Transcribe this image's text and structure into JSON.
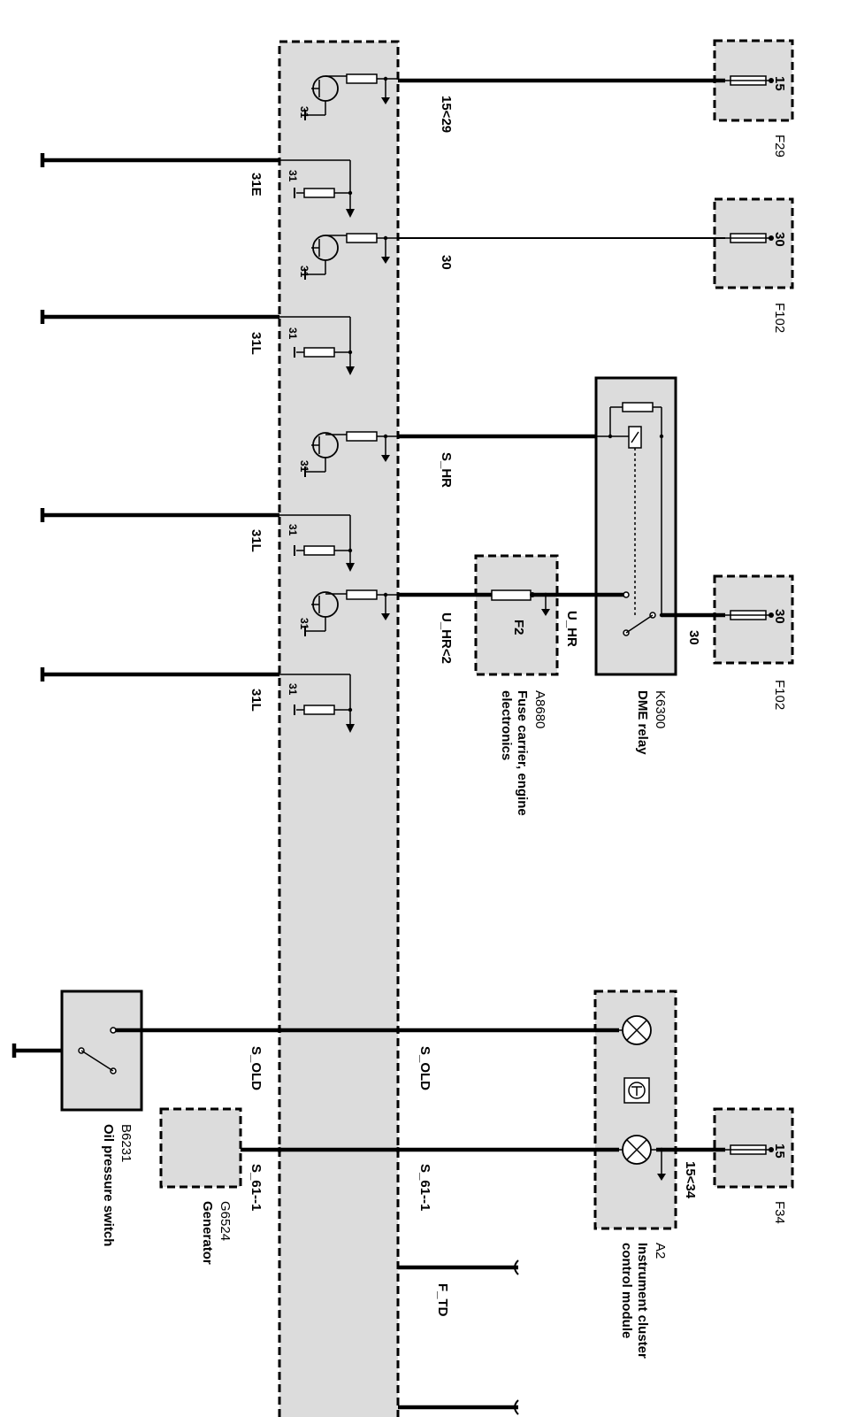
{
  "components": {
    "F29": {
      "id": "F29",
      "pin": "15"
    },
    "F102_top": {
      "id": "F102",
      "pin": "30"
    },
    "F102_mid": {
      "id": "F102",
      "pin": "30"
    },
    "F34": {
      "id": "F34",
      "pin": "15"
    },
    "K6300": {
      "id": "K6300",
      "name": "DME relay"
    },
    "A8680": {
      "id": "A8680",
      "name_line1": "Fuse carrier, engine",
      "name_line2": "electronics",
      "fuse": "F2"
    },
    "A2": {
      "id": "A2",
      "name_line1": "Instrument cluster",
      "name_line2": "control module"
    },
    "B6231": {
      "id": "B6231",
      "name": "Oil pressure switch"
    },
    "G6524": {
      "id": "G6524",
      "name": "Generator"
    }
  },
  "wires": {
    "w_15_29": "15<29",
    "w_31E": "31E",
    "w_30_a": "30",
    "w_31L_a": "31L",
    "w_S_HR": "S_HR",
    "w_31L_b": "31L",
    "w_U_HR2": "U_HR<2",
    "w_U_HR": "U_HR",
    "w_30_b": "30",
    "w_31L_c": "31L",
    "w_S_OLD_left": "S_OLD",
    "w_S_OLD_right": "S_OLD",
    "w_S_61_left": "S_61--1",
    "w_S_61_right": "S_61--1",
    "w_15_34": "15<34",
    "w_F_TD": "F_TD"
  },
  "pins": {
    "ground": "31"
  }
}
